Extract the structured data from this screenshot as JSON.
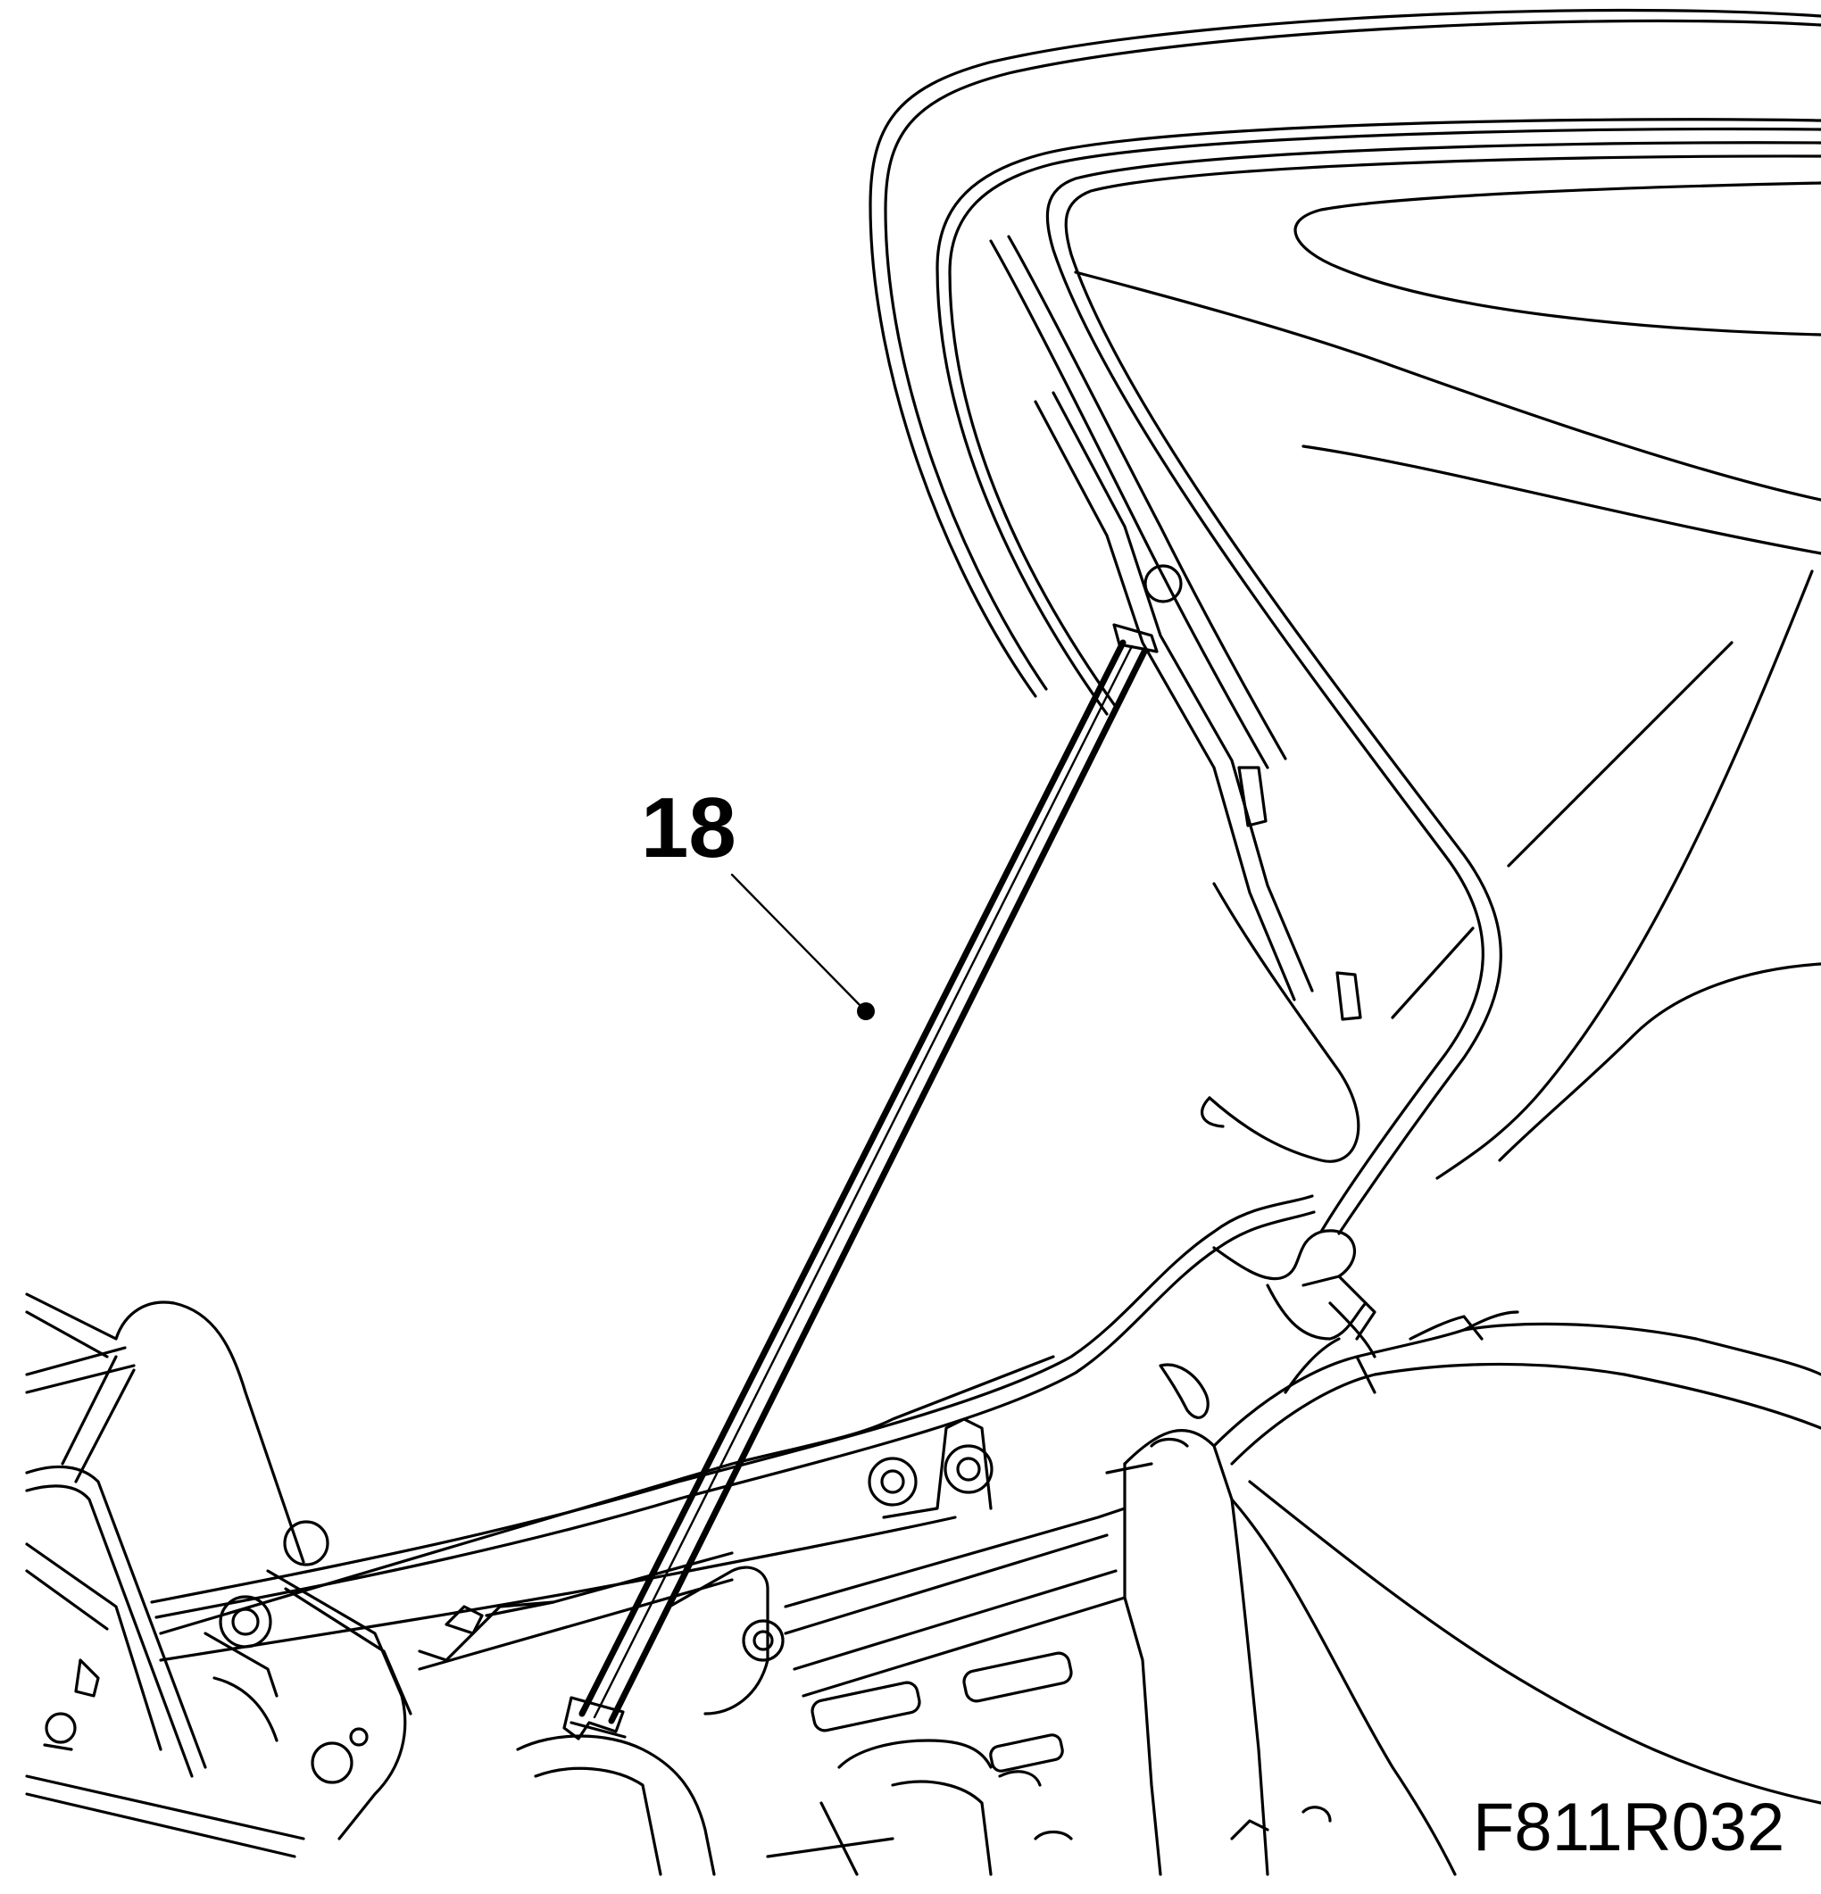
{
  "illustration": {
    "subject": "gas-strut-installed-on-raised-lid",
    "line_color": "#000000",
    "background_color": "#ffffff"
  },
  "callout": {
    "number": "18"
  },
  "figure_code": "F811R032"
}
